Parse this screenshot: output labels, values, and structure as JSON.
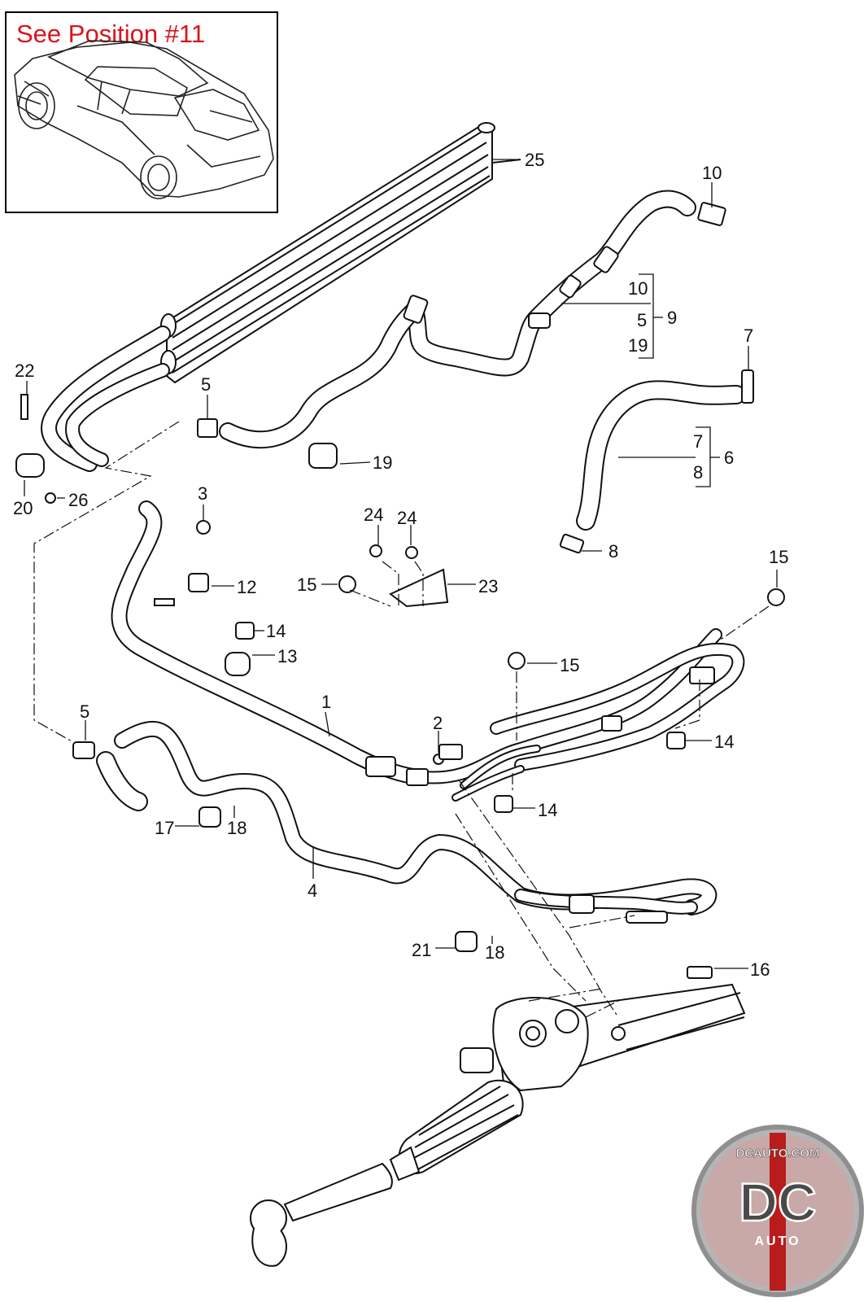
{
  "inset": {
    "title": "See Position #11",
    "title_color": "#d9141c"
  },
  "watermark": {
    "site": "DCAUTO.COM",
    "logo_text": "DC",
    "sub_text": "AUTO",
    "badge_color": "#b91c1c"
  },
  "callouts": [
    {
      "id": "c25",
      "text": "25"
    },
    {
      "id": "c10a",
      "text": "10"
    },
    {
      "id": "c10b",
      "text": "10"
    },
    {
      "id": "c5a",
      "text": "5"
    },
    {
      "id": "c9",
      "text": "9"
    },
    {
      "id": "c19a",
      "text": "19"
    },
    {
      "id": "c7a",
      "text": "7"
    },
    {
      "id": "c7b",
      "text": "7"
    },
    {
      "id": "c6",
      "text": "6"
    },
    {
      "id": "c8a",
      "text": "8"
    },
    {
      "id": "c8b",
      "text": "8"
    },
    {
      "id": "c22",
      "text": "22"
    },
    {
      "id": "c5b",
      "text": "5"
    },
    {
      "id": "c19b",
      "text": "19"
    },
    {
      "id": "c20",
      "text": "20"
    },
    {
      "id": "c26",
      "text": "26"
    },
    {
      "id": "c3",
      "text": "3"
    },
    {
      "id": "c24a",
      "text": "24"
    },
    {
      "id": "c24b",
      "text": "24"
    },
    {
      "id": "c12",
      "text": "12"
    },
    {
      "id": "c15a",
      "text": "15"
    },
    {
      "id": "c23",
      "text": "23"
    },
    {
      "id": "c15b",
      "text": "15"
    },
    {
      "id": "c14a",
      "text": "14"
    },
    {
      "id": "c13",
      "text": "13"
    },
    {
      "id": "c15c",
      "text": "15"
    },
    {
      "id": "c1",
      "text": "1"
    },
    {
      "id": "c2",
      "text": "2"
    },
    {
      "id": "c14b",
      "text": "14"
    },
    {
      "id": "c5c",
      "text": "5"
    },
    {
      "id": "c14c",
      "text": "14"
    },
    {
      "id": "c17",
      "text": "17"
    },
    {
      "id": "c18a",
      "text": "18"
    },
    {
      "id": "c4",
      "text": "4"
    },
    {
      "id": "c21",
      "text": "21"
    },
    {
      "id": "c18b",
      "text": "18"
    },
    {
      "id": "c16",
      "text": "16"
    }
  ]
}
